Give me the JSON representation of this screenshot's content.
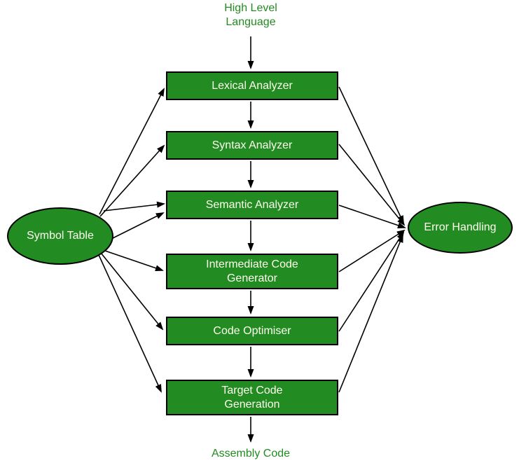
{
  "flow": {
    "source_label": "High Level\nLanguage",
    "output_label": "Assembly Code",
    "phases": [
      {
        "label": "Lexical Analyzer"
      },
      {
        "label": "Syntax Analyzer"
      },
      {
        "label": "Semantic Analyzer"
      },
      {
        "label": "Intermediate Code\nGenerator"
      },
      {
        "label": "Code Optimiser"
      },
      {
        "label": "Target Code\nGeneration"
      }
    ],
    "symbol_table_label": "Symbol Table",
    "error_handling_label": "Error Handling"
  },
  "colors": {
    "node_fill": "#228B22",
    "node_border": "#000000",
    "node_text": "#FFFFF0",
    "io_label_text": "#228B22",
    "arrow": "#000000",
    "background": "#FFFFFF"
  }
}
